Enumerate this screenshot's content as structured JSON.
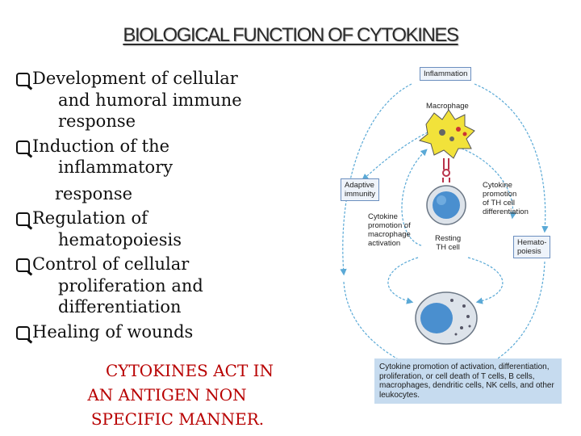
{
  "slide": {
    "title": "BIOLOGICAL FUNCTION OF CYTOKINES",
    "bullets": [
      {
        "line1": "Development of cellular",
        "rest": [
          "and humoral immune",
          "response"
        ]
      },
      {
        "line1": "Induction of the",
        "rest": [
          "inflammatory",
          "response"
        ]
      },
      {
        "line1": "Regulation of",
        "rest": [
          "hematopoiesis"
        ]
      },
      {
        "line1": "Control of cellular",
        "rest": [
          "proliferation and",
          "differentiation"
        ]
      },
      {
        "line1": "Healing of wounds",
        "rest": []
      }
    ],
    "statement": [
      "CYTOKINES ACT IN",
      "AN ANTIGEN NON",
      "SPECIFIC MANNER."
    ],
    "statement_color": "#b80000"
  },
  "diagram": {
    "inflammation": "Inflammation",
    "macrophage": "Macrophage",
    "adaptive": [
      "Adaptive",
      "immunity"
    ],
    "th_promo": [
      "Cytokine",
      "promotion",
      "of TH cell",
      "differentiation"
    ],
    "mac_promo": [
      "Cytokine",
      "promotion of",
      "macrophage",
      "activation"
    ],
    "resting": [
      "Resting",
      "TH cell"
    ],
    "hemato": [
      "Hemato-",
      "poiesis"
    ],
    "caption": "Cytokine promotion of activation, differentiation, proliferation, or cell death of T cells, B cells, macrophages, dendritic cells, NK cells, and other leukocytes.",
    "colors": {
      "arrow": "#5aa9d6",
      "macrophage": "#f2e23a",
      "nucleus": "#4a8fcf",
      "caption_bg": "#c6dbef"
    }
  }
}
